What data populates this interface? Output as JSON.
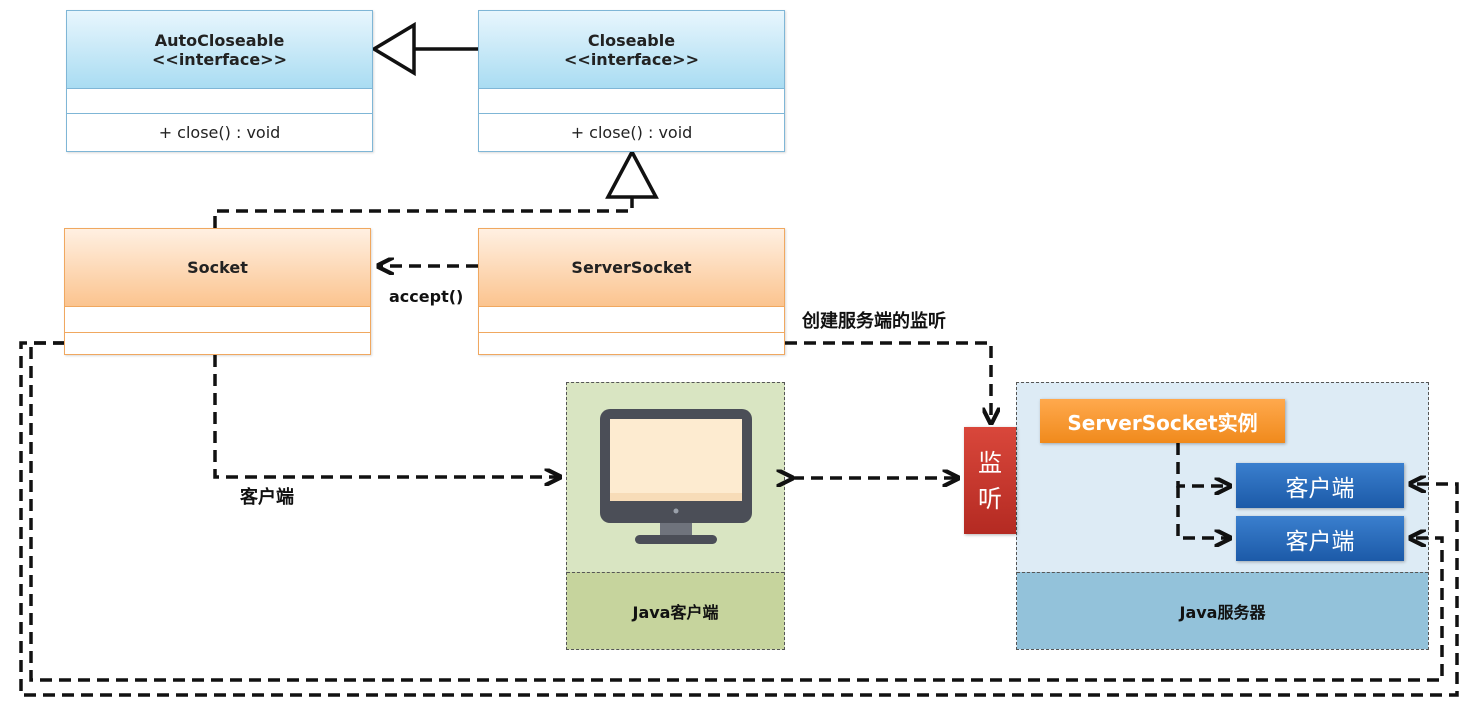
{
  "classes": {
    "autocloseable": {
      "name": "AutoCloseable",
      "stereotype": "<<interface>>",
      "method": "+ close() : void"
    },
    "closeable": {
      "name": "Closeable",
      "stereotype": "<<interface>>",
      "method": "+ close() : void"
    },
    "socket": {
      "name": "Socket"
    },
    "serversocket": {
      "name": "ServerSocket"
    }
  },
  "labels": {
    "accept": "accept()",
    "create_listen": "创建服务端的监听",
    "client_label": "客户端"
  },
  "client_panel": {
    "title": "Java客户端"
  },
  "server_panel": {
    "title": "Java服务器",
    "instance": "ServerSocket实例",
    "clients": [
      "客户端",
      "客户端"
    ]
  },
  "listen_box": {
    "chars": [
      "监",
      "听"
    ]
  },
  "colors": {
    "interface_fill": "#a9dcf2",
    "class_fill": "#fbc48f",
    "client_panel_fill": "#d9e5c2",
    "client_panel_foot": "#c6d49d",
    "server_panel_fill": "#ddebf5",
    "server_panel_foot": "#93c2da",
    "listen_red": "#c9362c",
    "instance_orange": "#f7941d",
    "client_blue": "#2a6ebd"
  }
}
